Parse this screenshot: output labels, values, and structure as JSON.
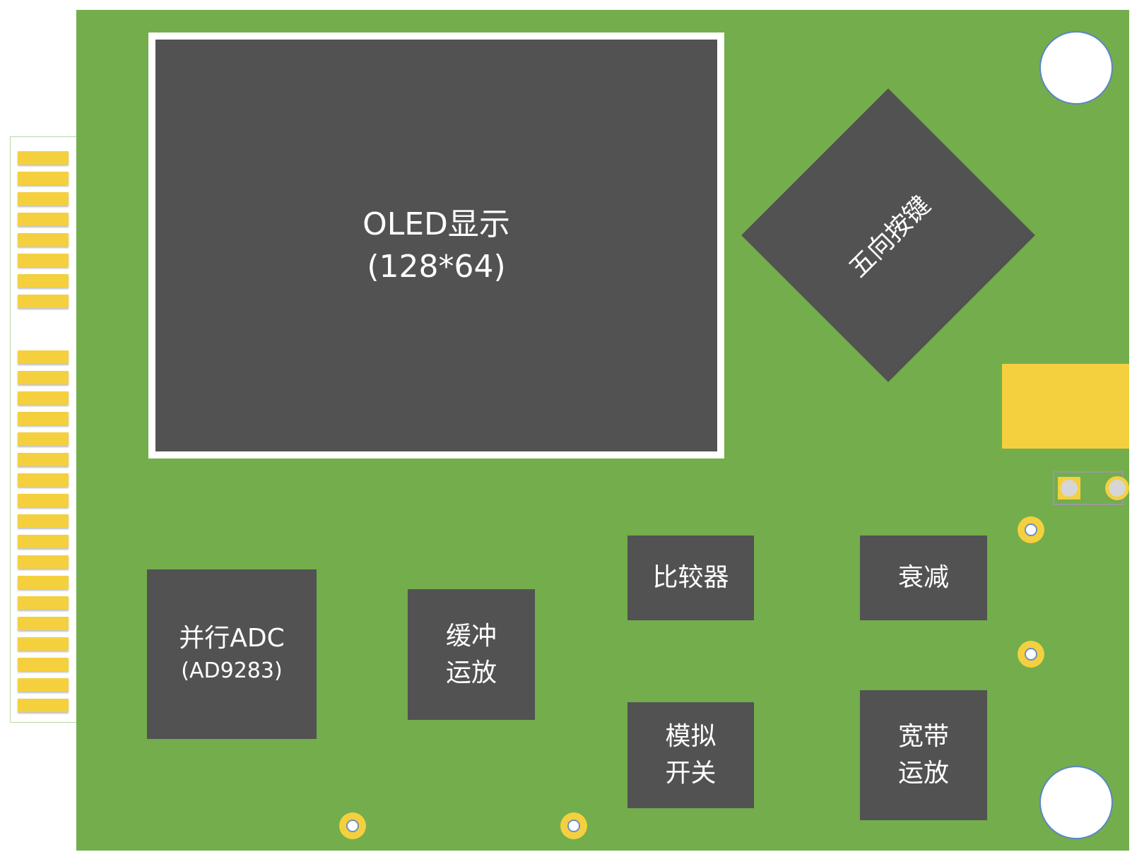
{
  "oled": {
    "line1": "OLED显示",
    "line2": "(128*64)"
  },
  "dpad": {
    "label": "五向按键"
  },
  "adc": {
    "line1": "并行ADC",
    "line2": "(AD9283)"
  },
  "buffer_amp": {
    "line1": "缓冲",
    "line2": "运放"
  },
  "comparator": {
    "label": "比较器"
  },
  "attenuator": {
    "label": "衰减"
  },
  "analog_switch": {
    "line1": "模拟",
    "line2": "开关"
  },
  "wideband_amp": {
    "line1": "宽带",
    "line2": "运放"
  },
  "colors": {
    "board": "#73ad4c",
    "chip": "#525252",
    "pad": "#f4d03f",
    "hole": "#ffffff"
  }
}
